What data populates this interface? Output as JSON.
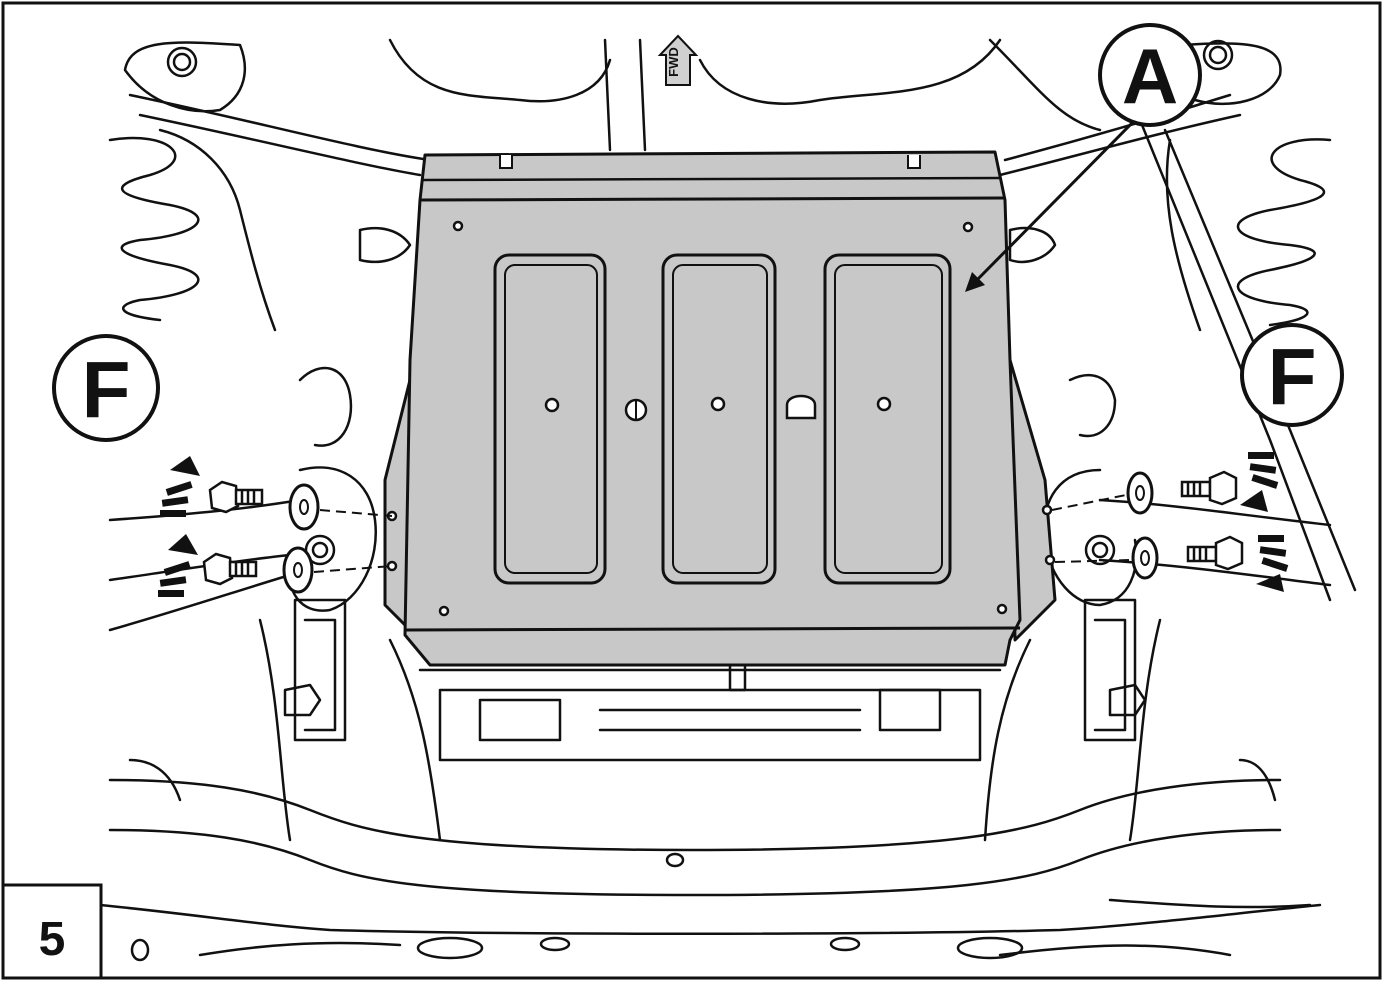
{
  "figure": {
    "step_number": "5",
    "fwd_label": "FWD"
  },
  "callouts": {
    "skid_plate": "A",
    "fastener_left": "F",
    "fastener_right": "F"
  },
  "colors": {
    "plate_fill": "#c8c8c8",
    "line": "#111111",
    "background": "#ffffff",
    "arrow_fill": "#111111"
  }
}
